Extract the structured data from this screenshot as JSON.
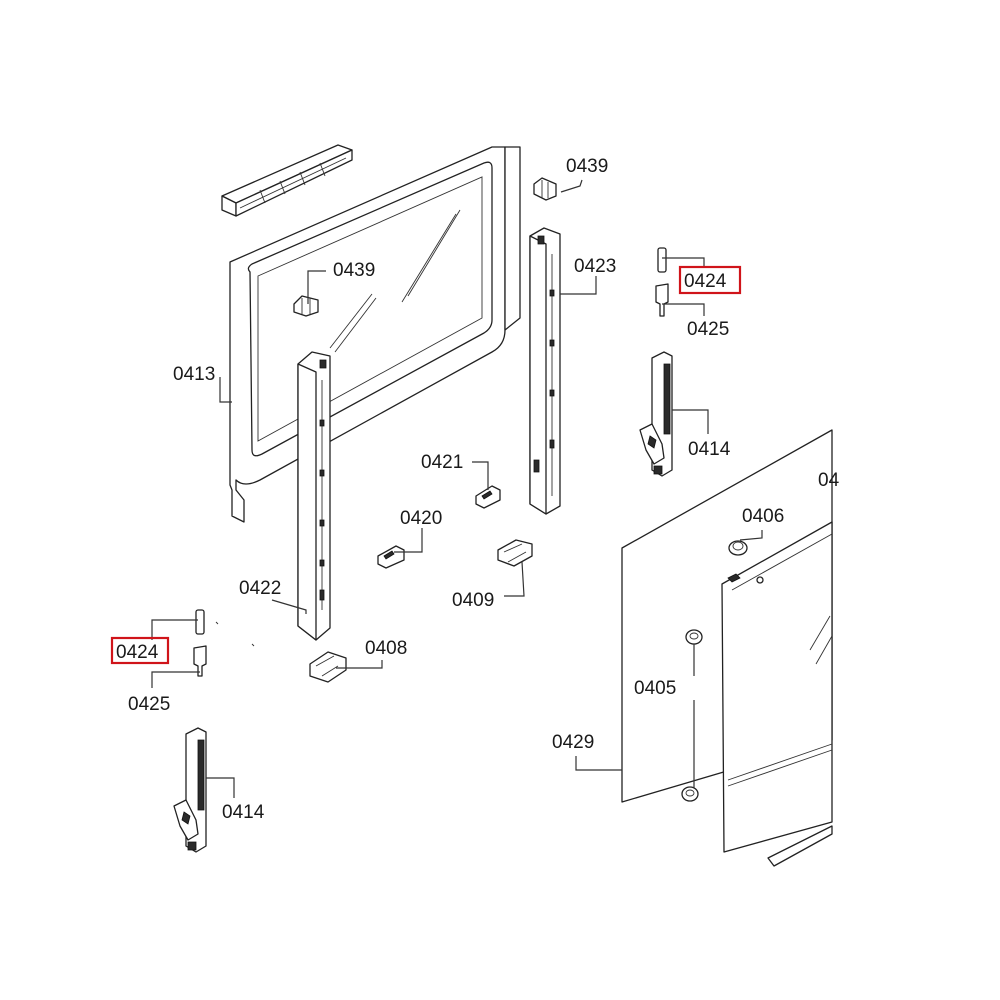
{
  "callouts": {
    "frame_glass": "0413",
    "clip_upper": "0439",
    "clip_top": "0439",
    "rail_left": "0422",
    "rail_right": "0423",
    "part_0421": "0421",
    "part_0420": "0420",
    "part_0409": "0409",
    "part_0408": "0408",
    "pin_left": "0424",
    "bush_left": "0425",
    "hinge_left": "0414",
    "pin_right": "0424",
    "bush_right": "0425",
    "hinge_right": "0414",
    "knob_0406": "0406",
    "bolt_0405": "0405",
    "outer_glass": "0429",
    "cut_label": "04"
  },
  "highlight_color": "#d0141a"
}
